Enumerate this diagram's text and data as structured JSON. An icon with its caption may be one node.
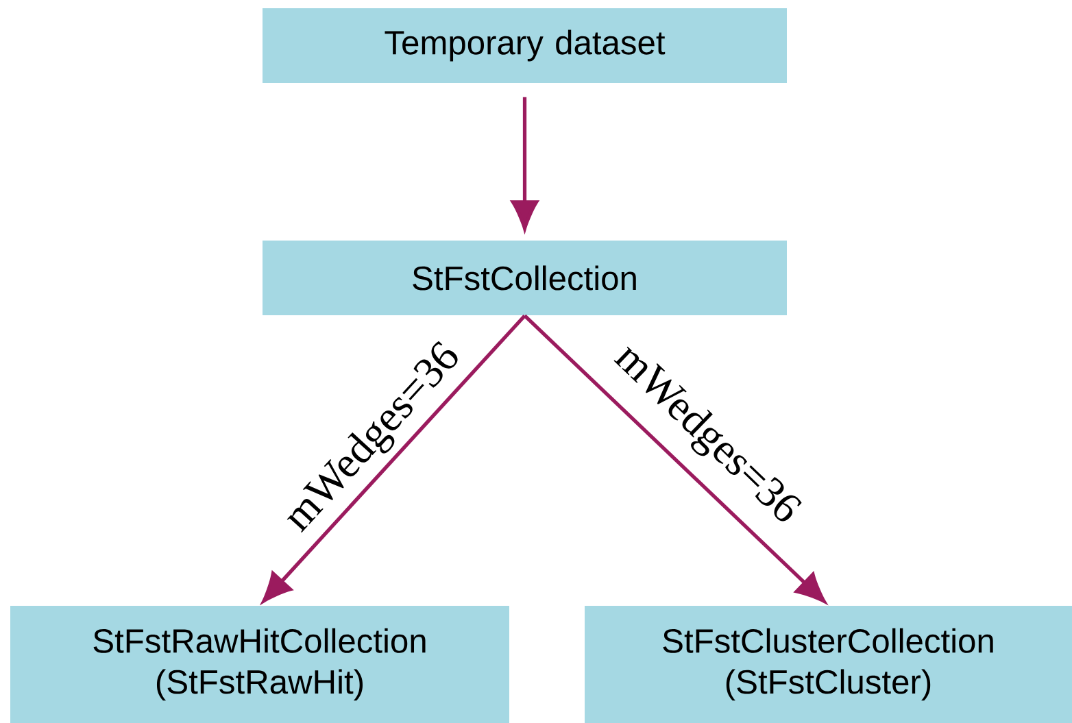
{
  "diagram": {
    "nodes": [
      {
        "text": [
          "Temporary dataset"
        ]
      },
      {
        "text": [
          "StFstCollection"
        ]
      },
      {
        "text": [
          "StFstRawHitCollection (StFstRawHit)"
        ]
      },
      {
        "text": [
          "StFstClusterCollection (StFstCluster)"
        ]
      }
    ],
    "edges": [
      {
        "from": 0,
        "to": 1,
        "arrow": "to"
      },
      {
        "from": 1,
        "to": 2,
        "arrow": "to",
        "label": "mWedges=36"
      },
      {
        "from": 1,
        "to": 3,
        "arrow": "to",
        "label": "mWedges=36"
      }
    ]
  }
}
